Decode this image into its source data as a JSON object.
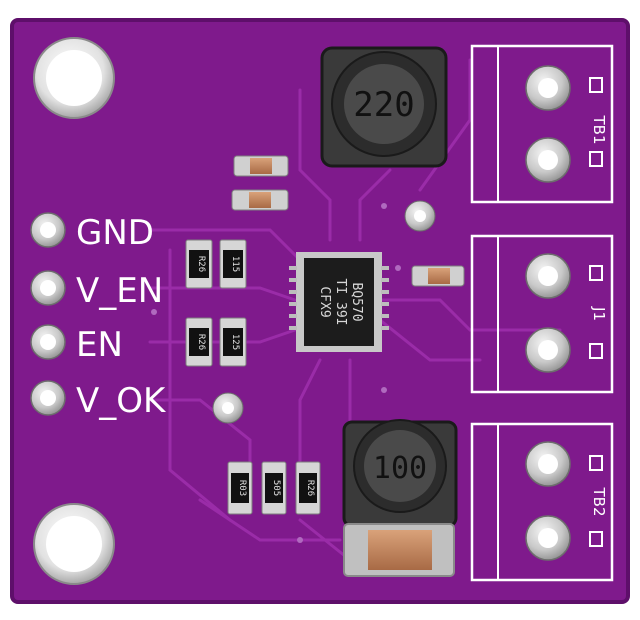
{
  "pins": [
    {
      "label": "GND"
    },
    {
      "label": "V_EN"
    },
    {
      "label": "EN"
    },
    {
      "label": "V_OK"
    }
  ],
  "inductors": [
    {
      "marking": "220"
    },
    {
      "marking": "100"
    }
  ],
  "ic": {
    "line1": "BQ570",
    "line2": "TI 39I",
    "line3": "CFX9"
  },
  "resistors": [
    {
      "marking": "R26"
    },
    {
      "marking": "115"
    },
    {
      "marking": "R26"
    },
    {
      "marking": "125"
    },
    {
      "marking": "R03"
    },
    {
      "marking": "505"
    },
    {
      "marking": "R26"
    }
  ],
  "terminals": [
    {
      "label": "TB1"
    },
    {
      "label": "J1"
    },
    {
      "label": "TB2"
    }
  ],
  "colors": {
    "pcb": "#7f1a8c",
    "pcb_dark": "#5e0f6a",
    "silkscreen": "#ffffff",
    "pad": "#d9d9d9",
    "ic": "#1c1c1c"
  }
}
